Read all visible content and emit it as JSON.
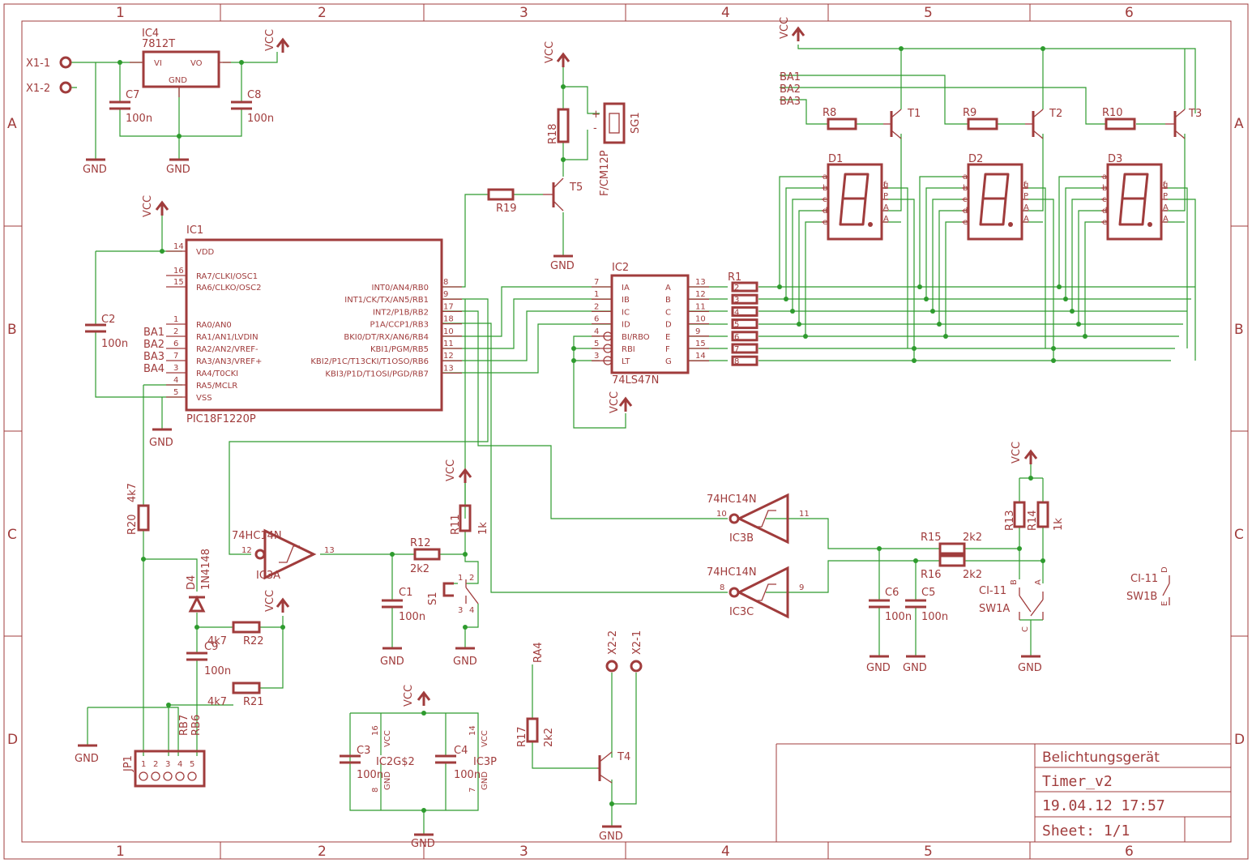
{
  "frame": {
    "cols": [
      "1",
      "2",
      "3",
      "4",
      "5",
      "6"
    ],
    "rows": [
      "A",
      "B",
      "C",
      "D"
    ]
  },
  "title_block": {
    "project": "Belichtungsgerät",
    "name": "Timer_v2",
    "date": "19.04.12 17:57",
    "sheet": "Sheet: 1/1"
  },
  "components": {
    "ic4": {
      "ref": "IC4",
      "value": "7812T",
      "pin_vi": "VI",
      "pin_vo": "VO",
      "pin_gnd": "GND"
    },
    "ic1": {
      "ref": "IC1",
      "value": "PIC18F1220P",
      "left_pins": [
        [
          "14",
          "VDD"
        ],
        [
          "16",
          "RA7/CLKI/OSC1"
        ],
        [
          "15",
          "RA6/CLKO/OSC2"
        ],
        [
          "1",
          "RA0/AN0"
        ],
        [
          "2",
          "RA1/AN1/LVDIN"
        ],
        [
          "6",
          "RA2/AN2/VREF-"
        ],
        [
          "7",
          "RA3/AN3/VREF+"
        ],
        [
          "3",
          "RA4/T0CKI"
        ],
        [
          "4",
          "RA5/MCLR"
        ],
        [
          "5",
          "VSS"
        ]
      ],
      "right_pins": [
        [
          "8",
          "INT0/AN4/RB0"
        ],
        [
          "9",
          "INT1/CK/TX/AN5/RB1"
        ],
        [
          "17",
          "INT2/P1B/RB2"
        ],
        [
          "18",
          "P1A/CCP1/RB3"
        ],
        [
          "10",
          "BKI0/DT/RX/AN6/RB4"
        ],
        [
          "11",
          "KBI1/PGM/RB5"
        ],
        [
          "12",
          "KBI2/P1C/T13CKI/T1OSO/RB6"
        ],
        [
          "13",
          "KBI3/P1D/T1OSI/PGD/RB7"
        ]
      ]
    },
    "ic2": {
      "ref": "IC2",
      "value": "74LS47N",
      "left_pins": [
        [
          "7",
          "IA"
        ],
        [
          "1",
          "IB"
        ],
        [
          "2",
          "IC"
        ],
        [
          "6",
          "ID"
        ],
        [
          "4",
          "BI/RBO"
        ],
        [
          "5",
          "RBI"
        ],
        [
          "3",
          "LT"
        ]
      ],
      "right_pins": [
        [
          "13",
          "A"
        ],
        [
          "12",
          "B"
        ],
        [
          "11",
          "C"
        ],
        [
          "10",
          "D"
        ],
        [
          "9",
          "E"
        ],
        [
          "15",
          "F"
        ],
        [
          "14",
          "G"
        ]
      ]
    },
    "ic3a": {
      "ref": "IC3A",
      "value": "74HC14N",
      "in": "12",
      "out": "13"
    },
    "ic3b": {
      "ref": "IC3B",
      "value": "74HC14N",
      "in": "10",
      "out": "11"
    },
    "ic3c": {
      "ref": "IC3C",
      "value": "74HC14N",
      "in": "8",
      "out": "9"
    },
    "pwr": {
      "ic2g": "IC2G$2",
      "ic3p": "IC3P",
      "vcc": "VCC",
      "gnd": "GND",
      "pin16": "16",
      "pin8": "8",
      "pin14": "14",
      "pin7": "7"
    },
    "displays": [
      {
        "ref": "D1"
      },
      {
        "ref": "D2"
      },
      {
        "ref": "D3"
      }
    ],
    "seg_pins_left": [
      "a",
      "b",
      "c",
      "d",
      "e"
    ],
    "seg_pins_right": [
      "g",
      "f",
      "P",
      "A",
      "A"
    ],
    "transistors": [
      "T1",
      "T2",
      "T3",
      "T4",
      "T5"
    ],
    "resistors": {
      "r1": "R1",
      "r8": "R8",
      "r9": "R9",
      "r10": "R10",
      "r11": "R11",
      "r11v": "1k",
      "r12": "R12",
      "r12v": "2k2",
      "r13": "R13",
      "r14": "R14",
      "r14v": "1k",
      "r15": "R15",
      "r15v": "2k2",
      "r16": "R16",
      "r16v": "2k2",
      "r17": "R17",
      "r17v": "2k2",
      "r18": "R18",
      "r19": "R19",
      "r20": "R20",
      "r20v": "4k7",
      "r21": "R21",
      "r21v": "4k7",
      "r22": "R22",
      "r22v": "4k7"
    },
    "r1_pins": [
      "2",
      "3",
      "4",
      "5",
      "6",
      "7",
      "8"
    ],
    "caps": {
      "c1": "C1",
      "c2": "C2",
      "c3": "C3",
      "c4": "C4",
      "c5": "C5",
      "c6": "C6",
      "c7": "C7",
      "c8": "C8",
      "c9": "C9",
      "val": "100n"
    },
    "d4": {
      "ref": "D4",
      "value": "1N4148"
    },
    "sg1": {
      "ref": "SG1",
      "value": "F/CM12P",
      "plus": "+",
      "minus": "-"
    },
    "s1": {
      "ref": "S1",
      "p1": "1",
      "p2": "2",
      "p3": "3",
      "p4": "4"
    },
    "sw": {
      "a": "SW1A",
      "b": "SW1B",
      "ci": "CI-11",
      "pb": "B",
      "pa": "A",
      "pc": "C",
      "pd": "D",
      "pe": "E"
    },
    "jp1": {
      "ref": "JP1",
      "pins": [
        "1",
        "2",
        "3",
        "4",
        "5"
      ],
      "rb7": "RB7",
      "rb6": "RB6"
    },
    "x": {
      "x11": "X1-1",
      "x12": "X1-2",
      "x21": "X2-1",
      "x22": "X2-2"
    },
    "nets": {
      "ba1": "BA1",
      "ba2": "BA2",
      "ba3": "BA3",
      "ba4": "BA4",
      "ra4": "RA4",
      "vcc": "VCC",
      "gnd": "GND"
    }
  }
}
